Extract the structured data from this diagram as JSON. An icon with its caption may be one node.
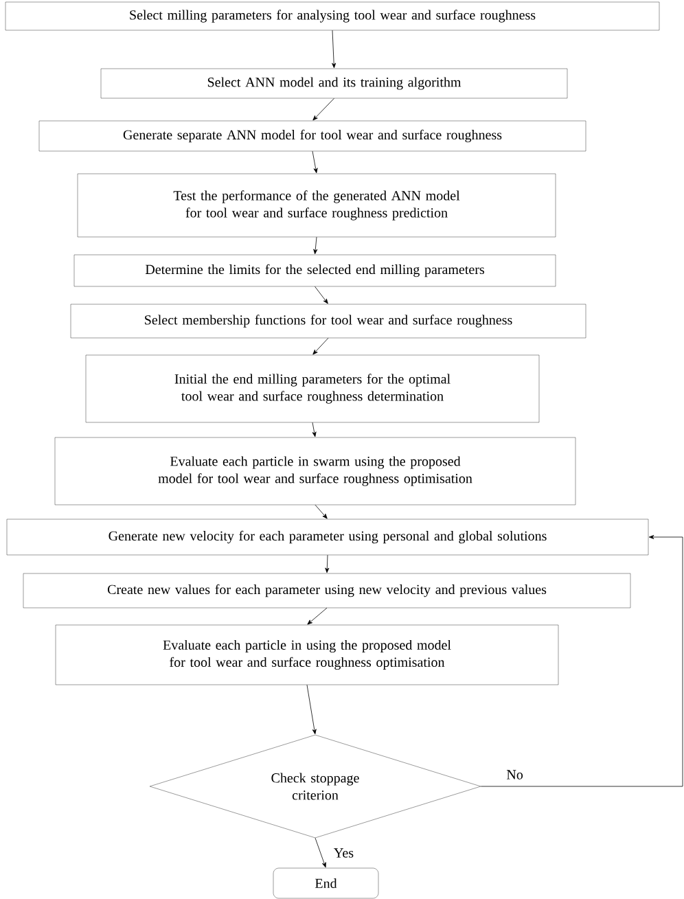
{
  "diagram": {
    "nodes": [
      {
        "text": [
          "Select milling parameters for analysing tool wear and surface roughness"
        ]
      },
      {
        "text": [
          "Select ANN model and its training algorithm"
        ]
      },
      {
        "text": [
          "Generate separate ANN model for tool wear and surface roughness"
        ]
      },
      {
        "text": [
          "Test the performance of the generated ANN model for tool wear and surface roughness prediction"
        ]
      },
      {
        "text": [
          "Determine the limits for the selected end milling parameters"
        ]
      },
      {
        "text": [
          "Select membership functions for tool wear and surface roughness"
        ]
      },
      {
        "text": [
          "Initial the end milling parameters for the optimal tool wear and surface roughness determination"
        ]
      },
      {
        "text": [
          "Evaluate each particle in swarm using the proposed model for tool wear and surface roughness optimisation"
        ]
      },
      {
        "text": [
          "Generate new velocity for each parameter using personal and global solutions"
        ]
      },
      {
        "text": [
          "Create new values for each parameter using new velocity and previous values"
        ]
      },
      {
        "text": [
          "Evaluate each particle in using the proposed model for tool wear and surface roughness optimisation"
        ]
      },
      {
        "text": [
          "Check stoppage criterion"
        ]
      },
      {
        "text": [
          "End"
        ]
      }
    ],
    "edges": [
      {
        "from": 0,
        "to": 1,
        "arrow": "to"
      },
      {
        "from": 1,
        "to": 2,
        "arrow": "to"
      },
      {
        "from": 2,
        "to": 3,
        "arrow": "to"
      },
      {
        "from": 3,
        "to": 4,
        "arrow": "to"
      },
      {
        "from": 4,
        "to": 5,
        "arrow": "to"
      },
      {
        "from": 5,
        "to": 6,
        "arrow": "to"
      },
      {
        "from": 6,
        "to": 7,
        "arrow": "to"
      },
      {
        "from": 7,
        "to": 8,
        "arrow": "to"
      },
      {
        "from": 8,
        "to": 9,
        "arrow": "to"
      },
      {
        "from": 9,
        "to": 10,
        "arrow": "to"
      },
      {
        "from": 10,
        "to": 11,
        "arrow": "to"
      },
      {
        "from": 11,
        "to": 12,
        "arrow": "to",
        "label": "Yes"
      },
      {
        "from": 11,
        "to": 8,
        "arrow": "to",
        "label": "No"
      }
    ]
  }
}
